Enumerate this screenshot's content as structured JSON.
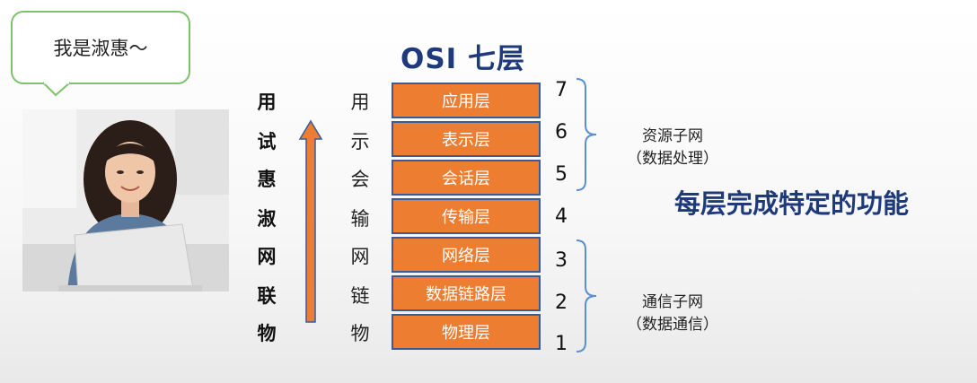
{
  "bubble": {
    "text": "我是淑惠～"
  },
  "title": "OSI  七层",
  "mnemonic": [
    "用",
    "试",
    "惠",
    "淑",
    "网",
    "联",
    "物"
  ],
  "abbreviations": [
    "用",
    "示",
    "会",
    "输",
    "网",
    "链",
    "物"
  ],
  "layers": [
    "应用层",
    "表示层",
    "会话层",
    "传输层",
    "网络层",
    "数据链路层",
    "物理层"
  ],
  "numbers": [
    "7",
    "6",
    "5",
    "4",
    "3",
    "2",
    "1"
  ],
  "groups": {
    "resource": {
      "line1": "资源子网",
      "line2": "（数据处理）"
    },
    "comm": {
      "line1": "通信子网",
      "line2": "（数据通信）"
    }
  },
  "slogan": "每层完成特定的功能",
  "colors": {
    "layer_fill": "#ed7d31",
    "layer_border": "#3c5a96",
    "title": "#1f3a7a",
    "bracket": "#5b8fd0",
    "bubble_border": "#7cc36b"
  }
}
